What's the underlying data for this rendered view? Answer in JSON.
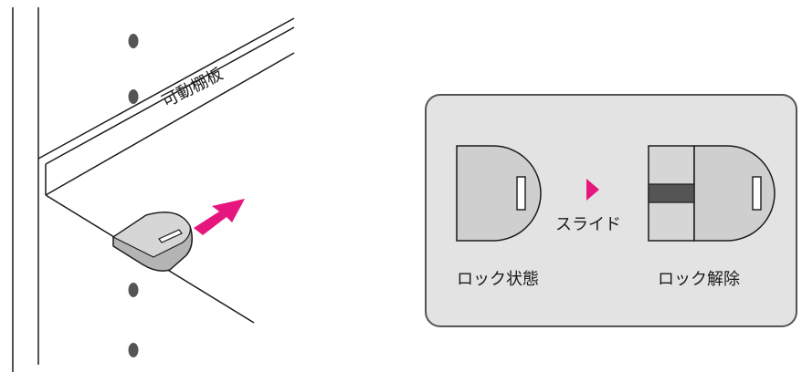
{
  "shelf_label": "可動棚板",
  "lock_state_label": "ロック状態",
  "unlock_state_label": "ロック解除",
  "slide_label": "スライド",
  "colors": {
    "arrow": "#e6167f",
    "panel_bg": "#e3e3e3",
    "panel_border": "#555555",
    "line": "#1a1a1a",
    "clip_fill": "#b4b4b4",
    "slot_dark": "#555555"
  }
}
